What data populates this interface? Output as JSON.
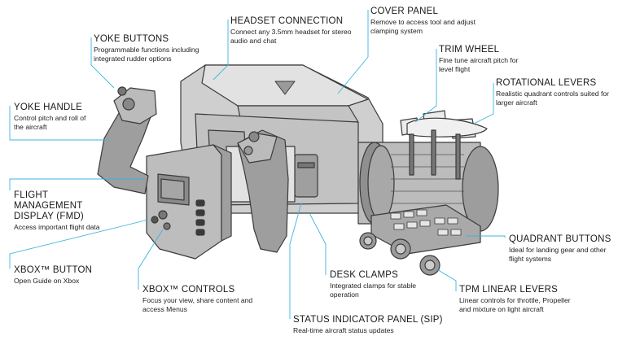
{
  "colors": {
    "leader": "#3bb4de",
    "outline": "#3a3a3a",
    "fill_light": "#d6d6d6",
    "fill_mid": "#b8b8b8",
    "fill_dark": "#8c8c8c"
  },
  "callouts": {
    "headset_connection": {
      "title": "HEADSET CONNECTION",
      "desc": "Connect any 3.5mm headset for stereo audio and chat"
    },
    "cover_panel": {
      "title": "COVER PANEL",
      "desc": "Remove to access tool and adjust clamping system"
    },
    "yoke_buttons": {
      "title": "YOKE BUTTONS",
      "desc": "Programmable functions including integrated rudder options"
    },
    "trim_wheel": {
      "title": "TRIM WHEEL",
      "desc": "Fine tune aircraft pitch for level flight"
    },
    "rotational_levers": {
      "title": "ROTATIONAL LEVERS",
      "desc": "Realistic quadrant controls suited for larger aircraft"
    },
    "yoke_handle": {
      "title": "YOKE HANDLE",
      "desc": "Control pitch and roll of the aircraft"
    },
    "fmd": {
      "title": "FLIGHT MANAGEMENT DISPLAY (FMD)",
      "desc": "Access important flight data"
    },
    "quadrant_buttons": {
      "title": "QUADRANT BUTTONS",
      "desc": "Ideal for landing gear and other flight systems"
    },
    "xbox_button": {
      "title": "XBOX™ BUTTON",
      "desc": "Open Guide on Xbox"
    },
    "desk_clamps": {
      "title": "DESK CLAMPS",
      "desc": "Integrated clamps for stable operation"
    },
    "tpm_linear_levers": {
      "title": "TPM LINEAR LEVERS",
      "desc": "Linear controls for throttle, Propeller and mixture on light aircraft"
    },
    "xbox_controls": {
      "title": "XBOX™ CONTROLS",
      "desc": "Focus your view, share content and access Menus"
    },
    "sip": {
      "title": "STATUS INDICATOR PANEL (SIP)",
      "desc": "Real-time aircraft status updates"
    }
  }
}
